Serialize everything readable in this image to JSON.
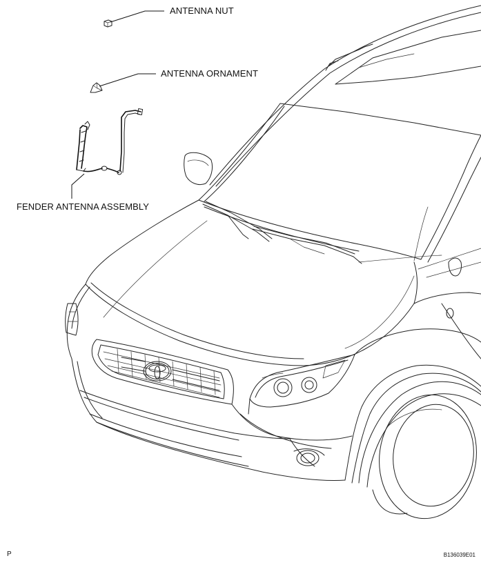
{
  "labels": {
    "antenna_nut": "ANTENNA NUT",
    "antenna_ornament": "ANTENNA ORNAMENT",
    "fender_antenna_assembly": "FENDER ANTENNA ASSEMBLY"
  },
  "footer": {
    "corner_letter": "P",
    "figure_code": "B136039E01"
  }
}
